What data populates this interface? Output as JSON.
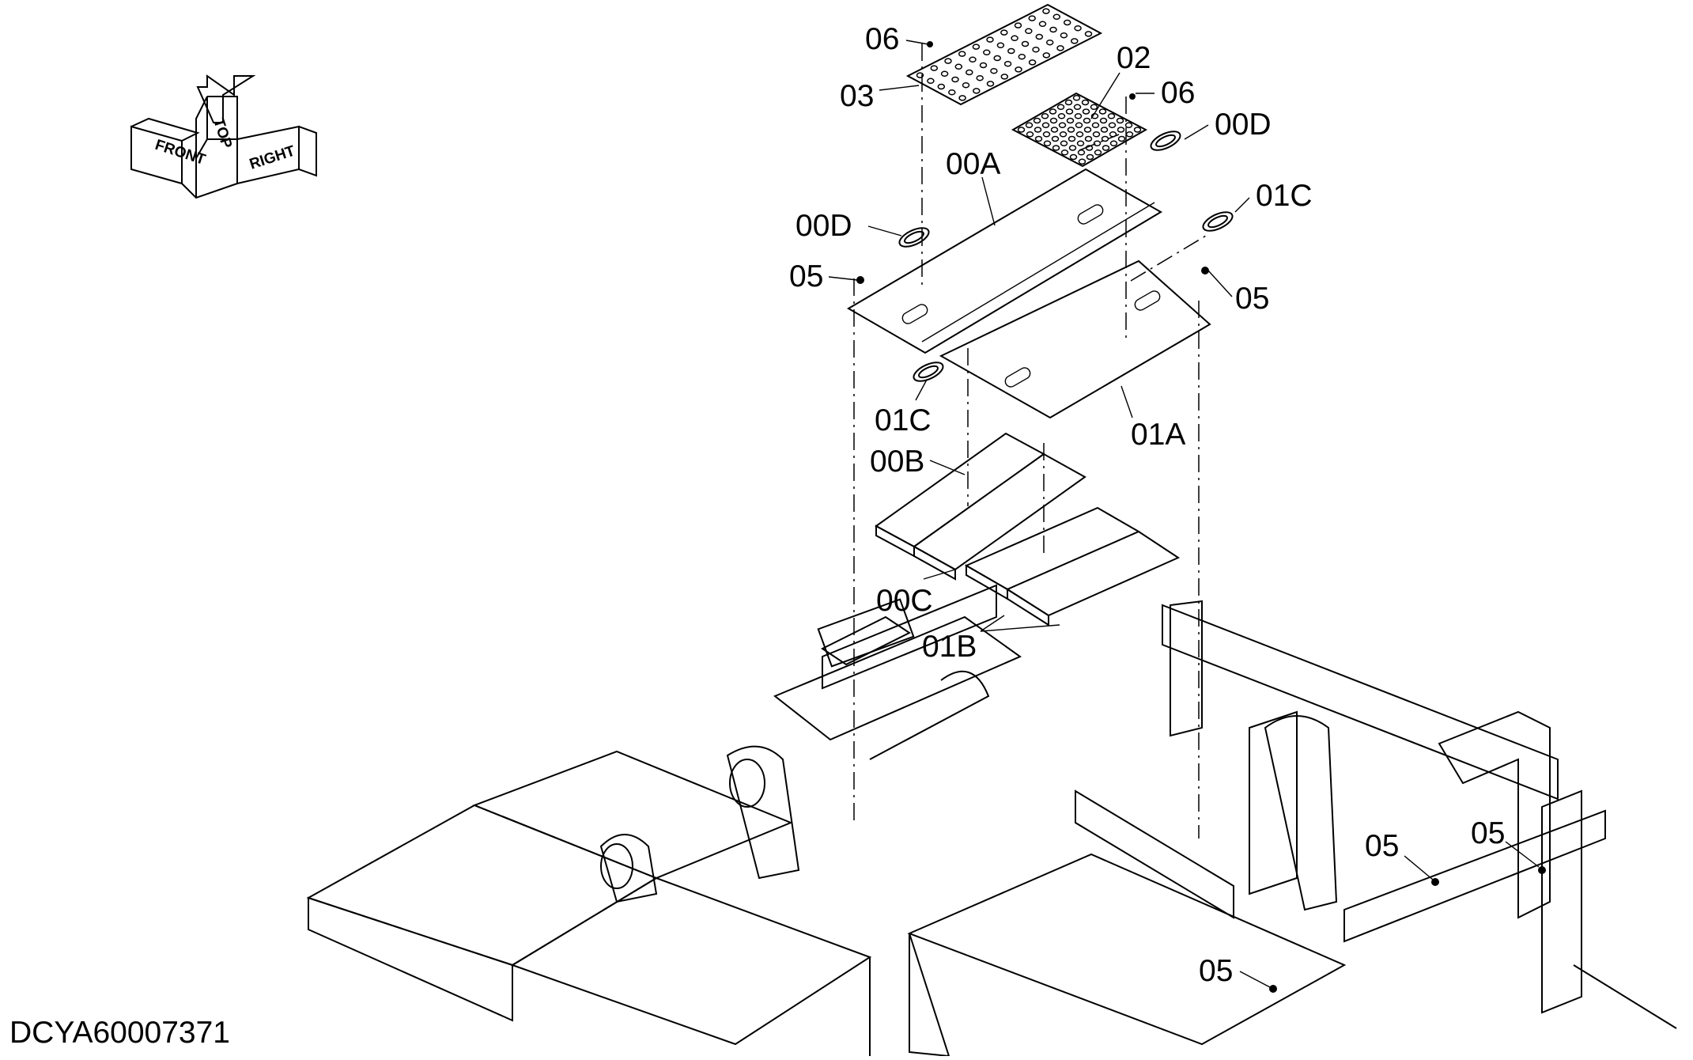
{
  "drawing": {
    "document_id": "DCYA60007371",
    "orientation": {
      "front": "FRONT",
      "top": "TOP",
      "right": "RIGHT"
    },
    "callouts": [
      {
        "id": "c06a",
        "text": "06"
      },
      {
        "id": "c03",
        "text": "03"
      },
      {
        "id": "c02",
        "text": "02"
      },
      {
        "id": "c06b",
        "text": "06"
      },
      {
        "id": "c00Da",
        "text": "00D"
      },
      {
        "id": "c00A",
        "text": "00A"
      },
      {
        "id": "c01Ca",
        "text": "01C"
      },
      {
        "id": "c00Db",
        "text": "00D"
      },
      {
        "id": "c05a",
        "text": "05"
      },
      {
        "id": "c05b",
        "text": "05"
      },
      {
        "id": "c01Cb",
        "text": "01C"
      },
      {
        "id": "c01A",
        "text": "01A"
      },
      {
        "id": "c00B",
        "text": "00B"
      },
      {
        "id": "c00C",
        "text": "00C"
      },
      {
        "id": "c01B",
        "text": "01B"
      },
      {
        "id": "c05c",
        "text": "05"
      },
      {
        "id": "c05d",
        "text": "05"
      },
      {
        "id": "c05e",
        "text": "05"
      }
    ]
  }
}
